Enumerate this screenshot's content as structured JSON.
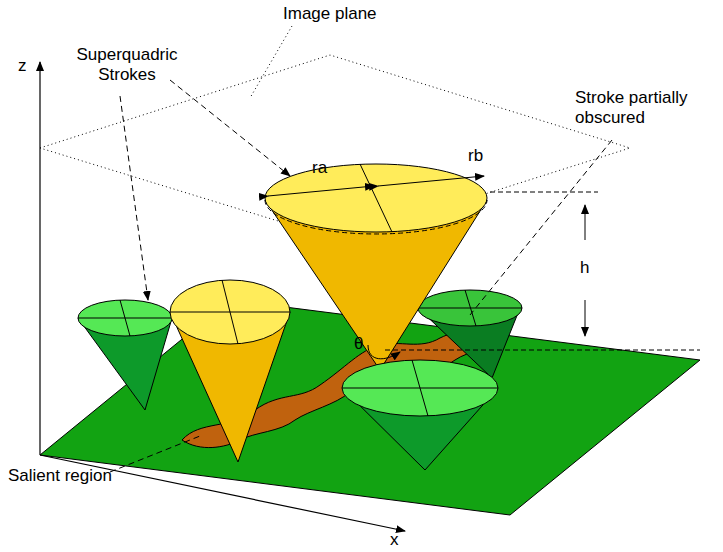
{
  "diagram": {
    "labels": [
      "Image plane",
      "Superquadric Strokes",
      "Stroke partially obscured",
      "z",
      "x",
      "ra",
      "rb",
      "h",
      "θ",
      "Salient region"
    ]
  }
}
